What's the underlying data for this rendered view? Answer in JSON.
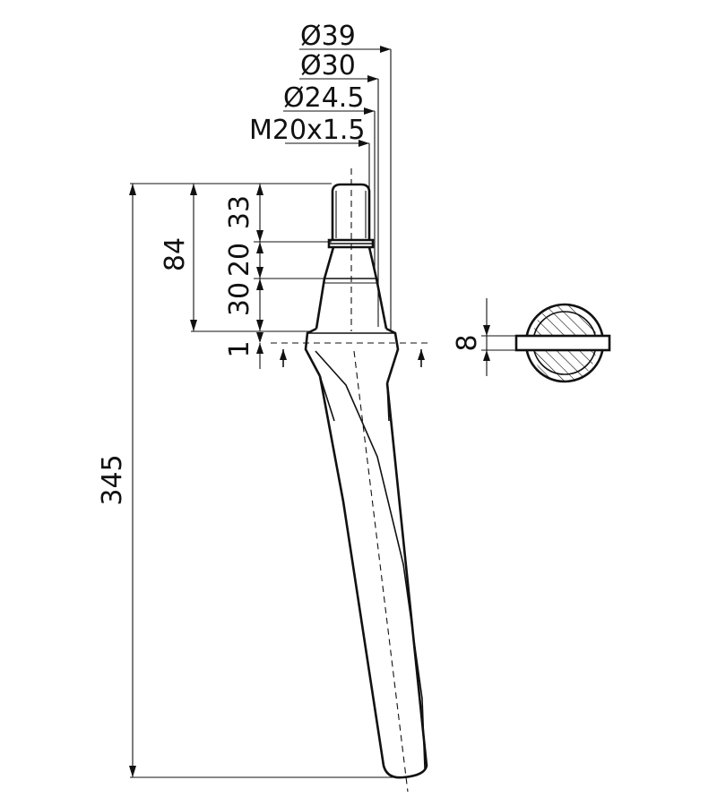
{
  "diameters": {
    "d39": "Ø39",
    "d30": "Ø30",
    "d24_5": "Ø24.5",
    "thread": "M20x1.5"
  },
  "heights": {
    "overall": "345",
    "shank": "84",
    "h33": "33",
    "h20": "20",
    "h30": "30",
    "h1": "1"
  },
  "section": {
    "thickness": "8"
  }
}
